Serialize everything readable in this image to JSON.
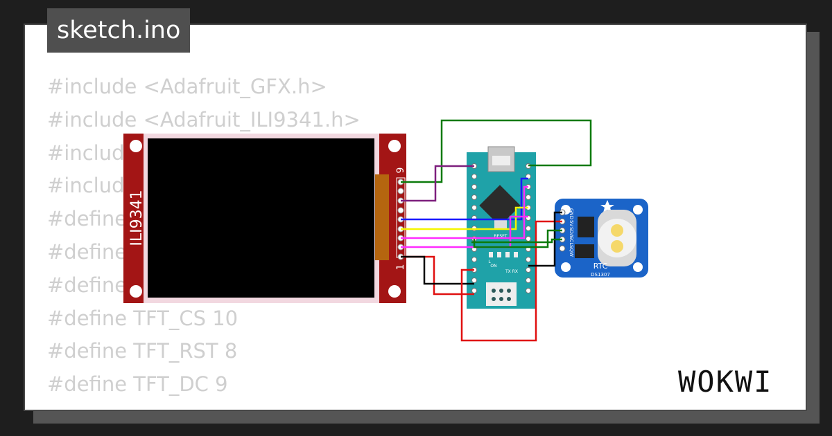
{
  "file_tab": {
    "label": "sketch.ino"
  },
  "code_lines": [
    "#include <Adafruit_GFX.h>",
    "#include <Adafruit_ILI9341.h>",
    "#include",
    "#include",
    "#define",
    "#define",
    "#define",
    "#define TFT_CS 10",
    "#define TFT_RST 8",
    "#define TFT_DC 9"
  ],
  "display": {
    "label": "ILI9341",
    "pin_first": "1",
    "pin_last": "9",
    "board_color": "#a31515",
    "screen_color": "#000000",
    "strip_color": "#b5650f"
  },
  "arduino": {
    "label_reset": "RESET",
    "label_on": "ON",
    "label_l": "L",
    "label_txrx": "TX RX",
    "board_color": "#1fa2a8"
  },
  "rtc": {
    "title": "RTC",
    "model": "DS1307",
    "pins": [
      "GND",
      "5V",
      "SDA",
      "SCL",
      "SQW"
    ],
    "board_color": "#1b64c8"
  },
  "brand": {
    "wordmark": "WOKWI"
  },
  "wire_colors": {
    "green": "#0b7a0b",
    "purple": "#7d1f7d",
    "blue": "#1a1aff",
    "yellow": "#f5f500",
    "magenta": "#ff2bff",
    "red": "#e01010",
    "black": "#000000"
  }
}
